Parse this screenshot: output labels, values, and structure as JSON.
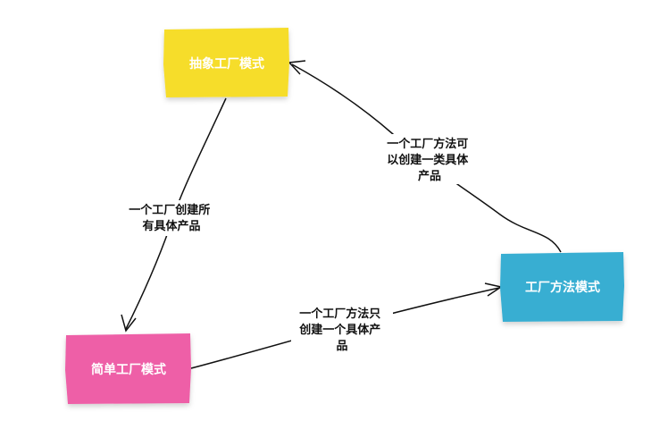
{
  "nodes": {
    "abstract_factory": {
      "label": "抽象工厂模式",
      "fill": "#f6dd2a",
      "text_color": "#ffffff"
    },
    "factory_method": {
      "label": "工厂方法模式",
      "fill": "#38aed2",
      "text_color": "#ffffff"
    },
    "simple_factory": {
      "label": "简单工厂模式",
      "fill": "#ee5fa7",
      "text_color": "#ffffff"
    }
  },
  "edges": {
    "abstract_to_simple": {
      "lines": [
        "一个工厂创建所",
        "有具体产品"
      ]
    },
    "factory_method_to_abstract": {
      "lines": [
        "一个工厂方法可",
        "以创建一类具体",
        "产品"
      ]
    },
    "simple_to_factory_method": {
      "lines": [
        "一个工厂方法只",
        "创建一个具体产",
        "品"
      ]
    }
  },
  "colors": {
    "background": "#ffffff",
    "edge_stroke": "#111111"
  }
}
